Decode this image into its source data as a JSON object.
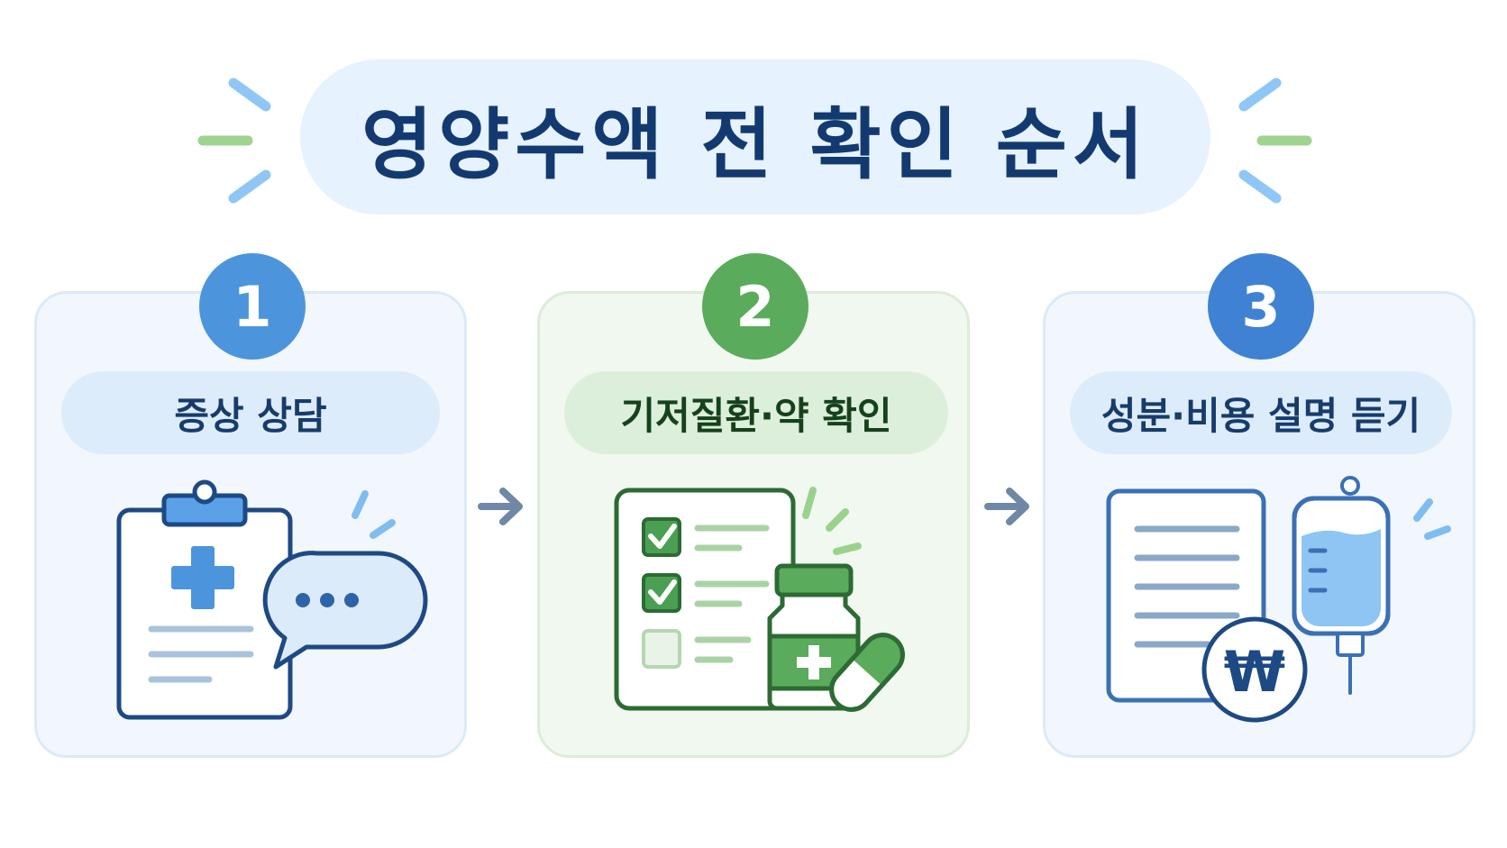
{
  "title": "영양수액 전 확인 순서",
  "steps": [
    {
      "number": "1",
      "label": "증상 상담",
      "icon": "clipboard-chat-icon"
    },
    {
      "number": "2",
      "label": "기저질환·약 확인",
      "icon": "checklist-medicine-icon"
    },
    {
      "number": "3",
      "label": "성분·비용 설명 듣기",
      "icon": "document-won-iv-icon"
    }
  ],
  "currency_symbol": "₩",
  "colors": {
    "navy": "#133a70",
    "blue": "#4c95dd",
    "green": "#5aab5c",
    "blue_light": "#e6f2fd",
    "green_light": "#dcefda"
  }
}
